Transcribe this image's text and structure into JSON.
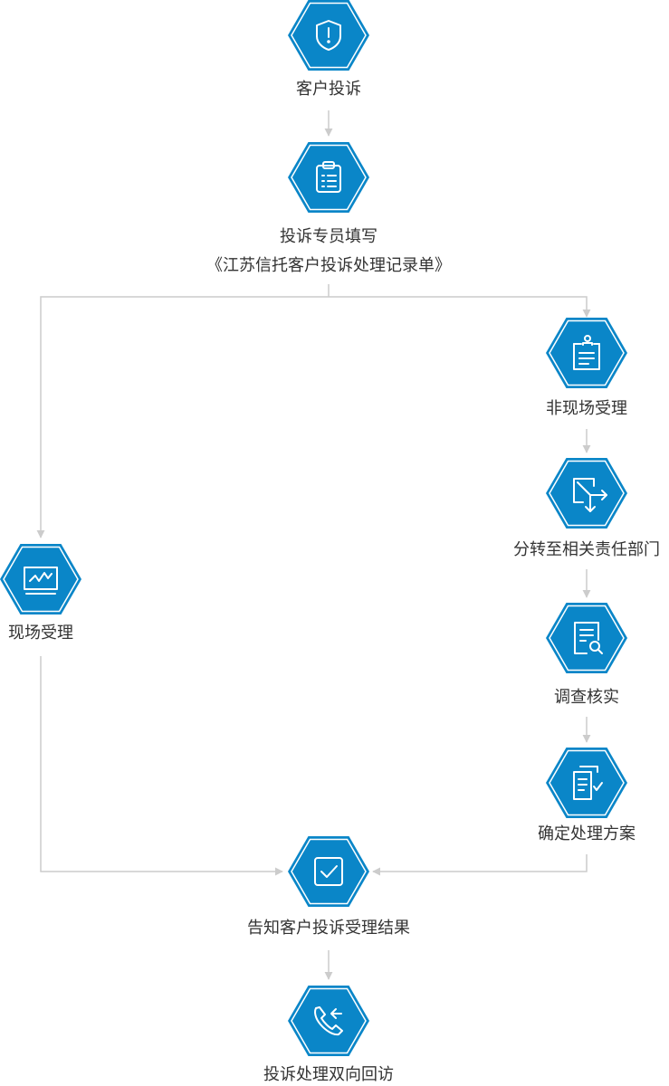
{
  "colors": {
    "node_fill": "#0a86c8",
    "node_ring": "#ffffff",
    "node_outline": "#0a86c8",
    "icon": "#ffffff",
    "connector": "#cccccc",
    "text": "#333333"
  },
  "nodes": {
    "customer_complaint": {
      "label": "客户投诉",
      "icon": "shield-alert-icon"
    },
    "specialist_fill": {
      "label_line1": "投诉专员填写",
      "label_line2": "《江苏信托客户投诉处理记录单》",
      "icon": "clipboard-list-icon"
    },
    "onsite_accept": {
      "label": "现场受理",
      "icon": "monitor-chart-icon"
    },
    "offsite_accept": {
      "label": "非现场受理",
      "icon": "document-stamp-icon"
    },
    "transfer_department": {
      "label": "分转至相关责任部门",
      "icon": "branch-arrows-icon"
    },
    "investigate_verify": {
      "label": "调查核实",
      "icon": "document-search-icon"
    },
    "determine_plan": {
      "label": "确定处理方案",
      "icon": "document-check-icon"
    },
    "notify_result": {
      "label": "告知客户投诉受理结果",
      "icon": "checkbox-icon"
    },
    "return_visit": {
      "label": "投诉处理双向回访",
      "icon": "phone-callback-icon"
    }
  }
}
